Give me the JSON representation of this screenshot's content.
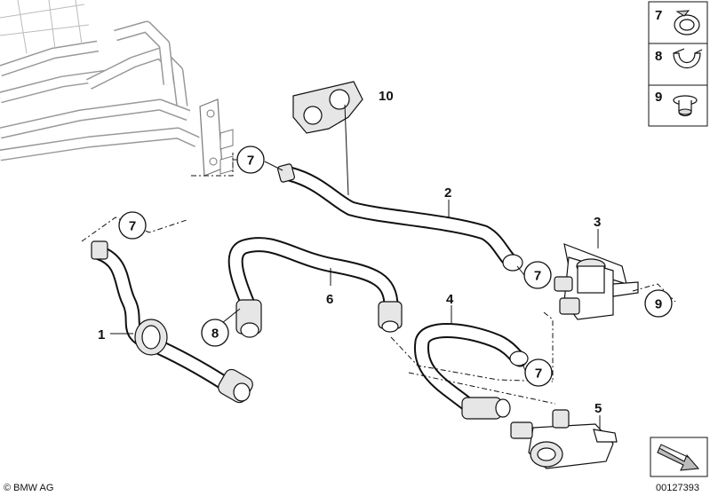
{
  "callouts": {
    "c1": "1",
    "c2": "2",
    "c3": "3",
    "c4": "4",
    "c5": "5",
    "c6": "6",
    "c7": "7",
    "c8": "8",
    "c9": "9",
    "c10": "10"
  },
  "legend": {
    "item_a": "7",
    "item_b": "8",
    "item_c": "9"
  },
  "footer": {
    "copyright": "© BMW AG",
    "diagram_id": "00127393"
  }
}
